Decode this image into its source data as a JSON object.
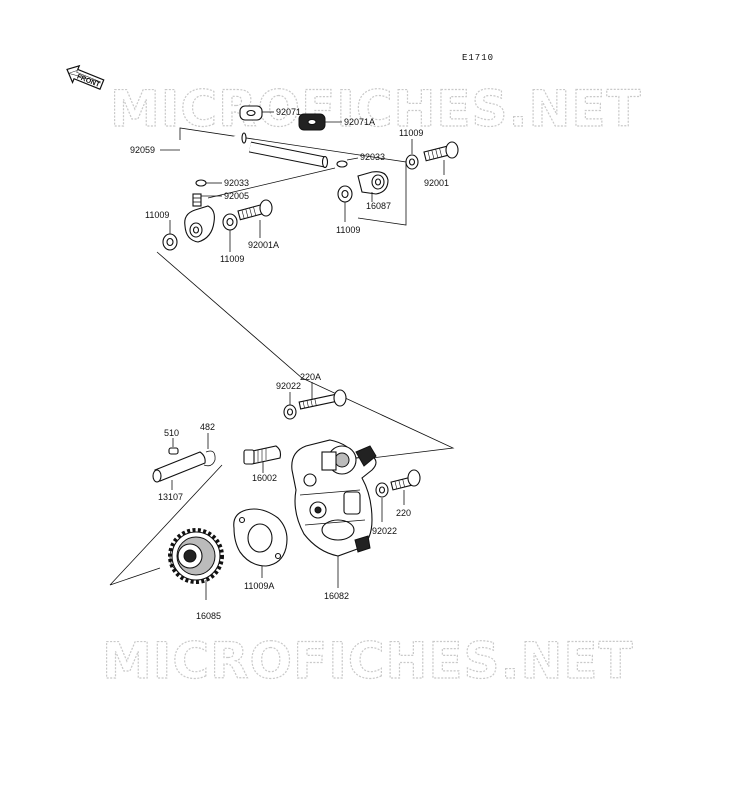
{
  "ref_code": "E1710",
  "front_label": "FRONT",
  "watermark": "MICROFICHES.NET",
  "parts": {
    "p92071": "92071",
    "p92071A": "92071A",
    "p11009_tr": "11009",
    "p92059": "92059",
    "p92033_r": "92033",
    "p92033_l": "92033",
    "p92005": "92005",
    "p92001": "92001",
    "p16087": "16087",
    "p11009_l": "11009",
    "p11009_m": "11009",
    "p11009_c": "11009",
    "p92001A": "92001A",
    "p220A": "220A",
    "p92022_t": "92022",
    "p510": "510",
    "p482": "482",
    "p16002": "16002",
    "p13107": "13107",
    "p220": "220",
    "p92022_b": "92022",
    "p11009A": "11009A",
    "p16082": "16082",
    "p16085": "16085"
  }
}
